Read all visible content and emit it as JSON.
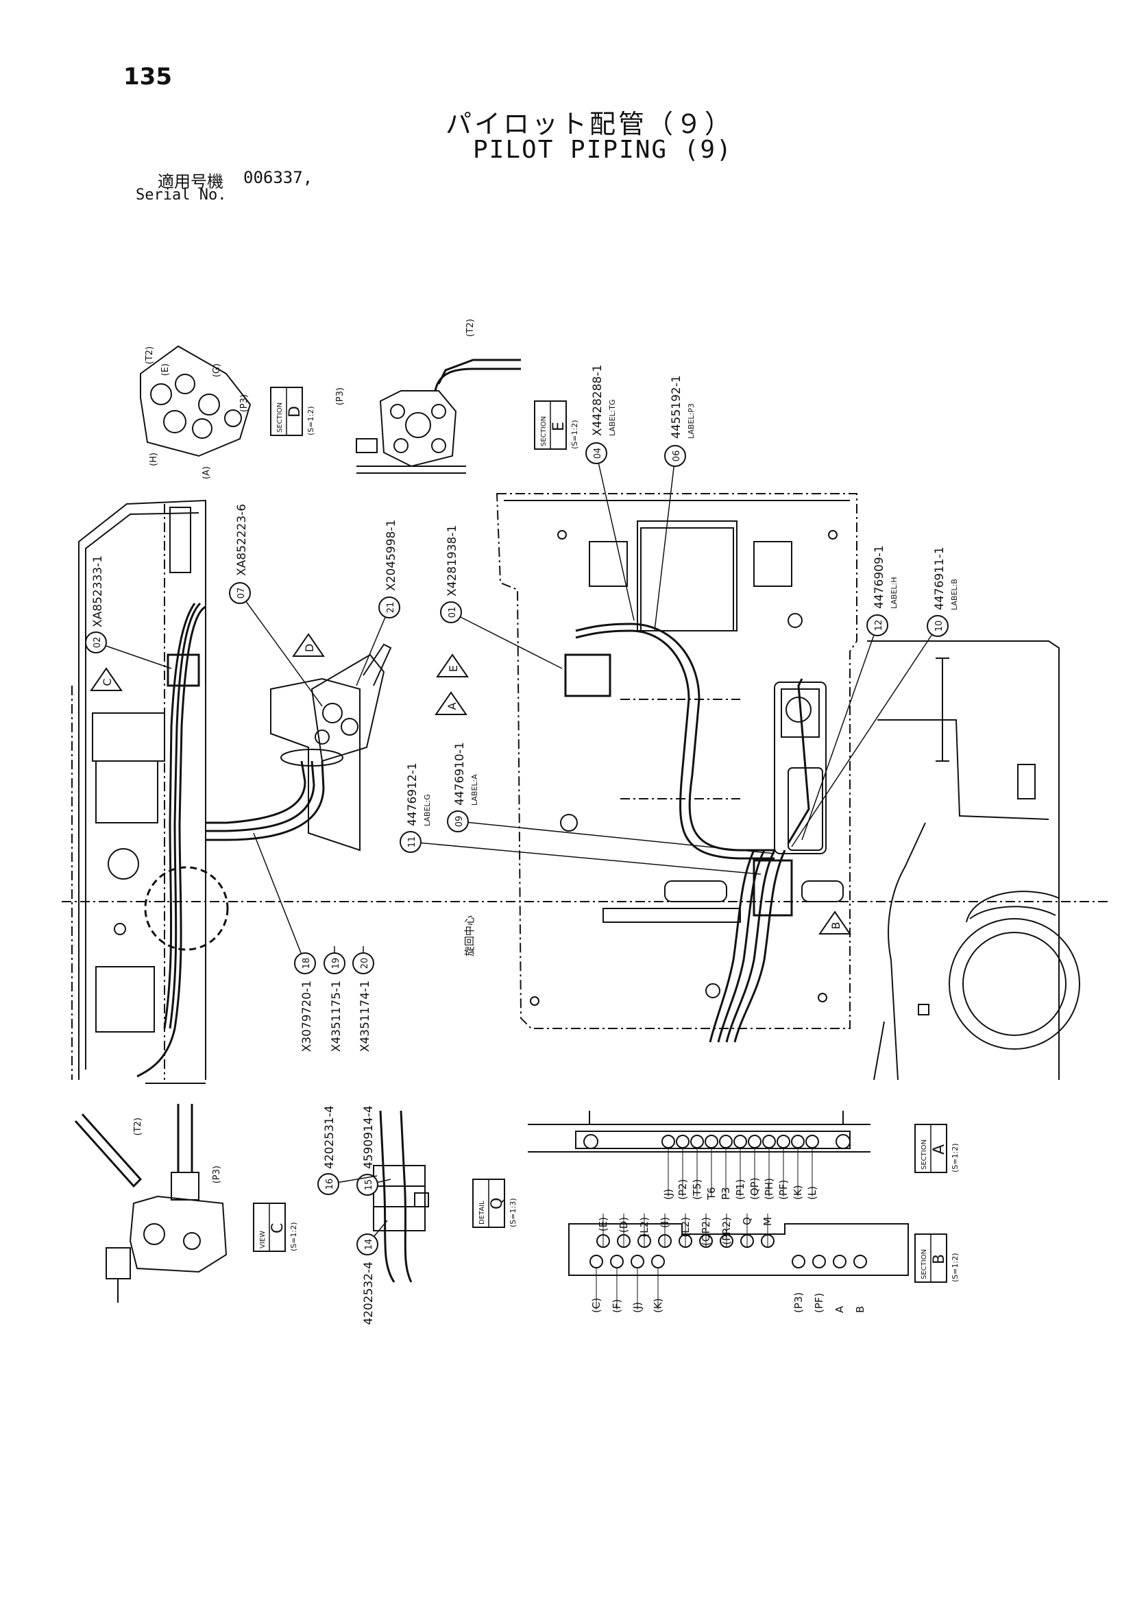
{
  "header": {
    "page_number": "135",
    "title_jp": "パイロット配管（９）",
    "title_en": "PILOT PIPING (9)",
    "serial_label_jp": "適用号機",
    "serial_value": "006337,",
    "serial_label_en": "Serial No."
  },
  "callouts": [
    {
      "num": "01",
      "part": "X4281938-1"
    },
    {
      "num": "02",
      "part": "XA852333-1"
    },
    {
      "num": "04",
      "part": "X4428288-1"
    },
    {
      "num": "06",
      "part": "4455192-1"
    },
    {
      "num": "07",
      "part": "XA852223-6"
    },
    {
      "num": "09",
      "part": "4476910-1"
    },
    {
      "num": "10",
      "part": "4476911-1"
    },
    {
      "num": "11",
      "part": "4476912-1"
    },
    {
      "num": "12",
      "part": "4476909-1"
    },
    {
      "num": "14",
      "part": "4202532-4"
    },
    {
      "num": "15",
      "part": "4590914-4"
    },
    {
      "num": "16",
      "part": "4202531-4"
    },
    {
      "num": "18",
      "part": "X3079720-1"
    },
    {
      "num": "19",
      "part": "X4351175-1"
    },
    {
      "num": "20",
      "part": "X4351174-1"
    },
    {
      "num": "21",
      "part": "X2045998-1"
    }
  ],
  "section_boxes": [
    {
      "word": "SECTION",
      "letter": "D",
      "scale": "(S=1:2)"
    },
    {
      "word": "SECTION",
      "letter": "E",
      "scale": "(S=1:2)"
    },
    {
      "word": "VIEW",
      "letter": "C",
      "scale": "(S=1:2)"
    },
    {
      "word": "DETAIL",
      "letter": "Q",
      "scale": "(S=1:3)"
    },
    {
      "word": "SECTION",
      "letter": "A",
      "scale": "(S=1:2)"
    },
    {
      "word": "SECTION",
      "letter": "B",
      "scale": "(S=1:2)"
    }
  ],
  "view_arrows": [
    "C",
    "D",
    "E",
    "A",
    "B"
  ],
  "port_labels_a": [
    "(J)",
    "(P2)",
    "(T5)",
    "T6",
    "P3",
    "(P1)",
    "(QP)",
    "(PH)",
    "(PF)",
    "(K)",
    "(L)"
  ],
  "port_labels_b_top": [
    "(E)",
    "(D)",
    "(L2)",
    "(I)",
    "(L2)",
    "(QP2)",
    "(PR2)",
    "Q",
    "M"
  ],
  "port_labels_b_bottom": [
    "(C)",
    "(F)",
    "(J)",
    "(K)",
    "(P3)",
    "(PF)",
    "A",
    "B"
  ],
  "port_labels_d": [
    "(T2)",
    "(E)",
    "(G)",
    "(P3)",
    "(H)",
    "(A)",
    "(P3)",
    "(T2)"
  ],
  "port_labels_c": [
    "(T2)",
    "(P3)"
  ],
  "label_tags": [
    {
      "part": "X4428288-1",
      "text": "LABEL:TG"
    },
    {
      "part": "4455192-1",
      "text": "LABEL:P3"
    },
    {
      "part": "4476909-1",
      "text": "LABEL:H"
    },
    {
      "part": "4476911-1",
      "text": "LABEL:B"
    },
    {
      "part": "4476912-1",
      "text": "LABEL:G"
    },
    {
      "part": "4476910-1",
      "text": "LABEL:A"
    }
  ],
  "centerline_label": "旋回中心"
}
